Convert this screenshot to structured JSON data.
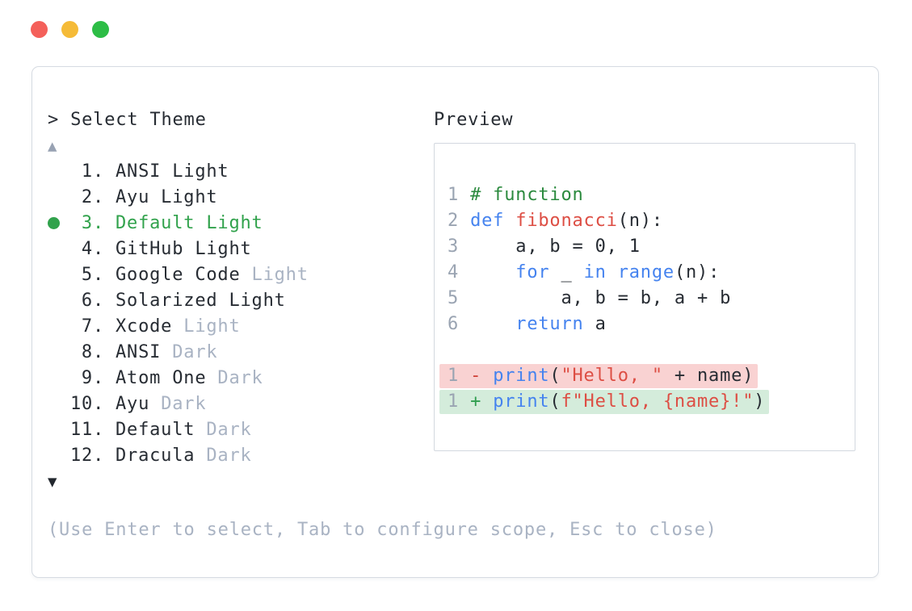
{
  "colors": {
    "plain-dark": "#272c33",
    "muted-gray": "#a9b3c3",
    "accent-green": "#31a24c",
    "keyword-blue": "#4583ef",
    "string-red": "#dd4e44",
    "comment-green": "#2b8a3e",
    "linenum-gray": "#9aa4b2",
    "diff-removed-bg": "#f9d2d2",
    "diff-added-bg": "#d4ecdb",
    "diff-minus": "#cf4036",
    "diff-plus": "#2f9e4f",
    "traffic-red": "#f4605a",
    "traffic-yellow": "#f5bb38",
    "traffic-green": "#2dbd46",
    "panel-border": "#d6dbe2",
    "box-border": "#d3d8df"
  },
  "window": {
    "controls": [
      {
        "name": "close"
      },
      {
        "name": "minimize"
      },
      {
        "name": "zoom"
      }
    ]
  },
  "selector": {
    "title": "> Select Theme",
    "scroll_up": "▲",
    "scroll_down": "▼",
    "hint": "(Use Enter to select, Tab to configure scope, Esc to close)",
    "items": [
      {
        "num": "1.",
        "name": "ANSI Light",
        "suffix": "",
        "selected": false
      },
      {
        "num": "2.",
        "name": "Ayu Light",
        "suffix": "",
        "selected": false
      },
      {
        "num": "3.",
        "name": "Default Light",
        "suffix": "",
        "selected": true
      },
      {
        "num": "4.",
        "name": "GitHub Light",
        "suffix": "",
        "selected": false
      },
      {
        "num": "5.",
        "name": "Google Code",
        "suffix": "Light",
        "selected": false
      },
      {
        "num": "6.",
        "name": "Solarized Light",
        "suffix": "",
        "selected": false
      },
      {
        "num": "7.",
        "name": "Xcode",
        "suffix": "Light",
        "selected": false
      },
      {
        "num": "8.",
        "name": "ANSI",
        "suffix": "Dark",
        "selected": false
      },
      {
        "num": "9.",
        "name": "Atom One",
        "suffix": "Dark",
        "selected": false
      },
      {
        "num": "10.",
        "name": "Ayu",
        "suffix": "Dark",
        "selected": false
      },
      {
        "num": "11.",
        "name": "Default",
        "suffix": "Dark",
        "selected": false
      },
      {
        "num": "12.",
        "name": "Dracula",
        "suffix": "Dark",
        "selected": false
      }
    ]
  },
  "preview": {
    "label": "Preview",
    "lines": [
      {
        "num": "1",
        "tokens": [
          {
            "t": "# function",
            "c": "c"
          }
        ]
      },
      {
        "num": "2",
        "tokens": [
          {
            "t": "def ",
            "c": "k"
          },
          {
            "t": "fibonacci",
            "c": "f"
          },
          {
            "t": "(n):",
            "c": "p"
          }
        ]
      },
      {
        "num": "3",
        "tokens": [
          {
            "t": "    a, b = 0, 1",
            "c": "p"
          }
        ]
      },
      {
        "num": "4",
        "tokens": [
          {
            "t": "    ",
            "c": "p"
          },
          {
            "t": "for",
            "c": "k"
          },
          {
            "t": " _ ",
            "c": "p"
          },
          {
            "t": "in",
            "c": "k"
          },
          {
            "t": " ",
            "c": "p"
          },
          {
            "t": "range",
            "c": "k"
          },
          {
            "t": "(n):",
            "c": "p"
          }
        ]
      },
      {
        "num": "5",
        "tokens": [
          {
            "t": "        a, b = b, a + b",
            "c": "p"
          }
        ]
      },
      {
        "num": "6",
        "tokens": [
          {
            "t": "    ",
            "c": "p"
          },
          {
            "t": "return",
            "c": "k"
          },
          {
            "t": " a",
            "c": "p"
          }
        ]
      },
      {
        "num": "",
        "tokens": []
      },
      {
        "num": "1",
        "diff": "removed",
        "tokens": [
          {
            "t": "- ",
            "c": "m"
          },
          {
            "t": "print",
            "c": "k"
          },
          {
            "t": "(",
            "c": "p"
          },
          {
            "t": "\"Hello, \"",
            "c": "s"
          },
          {
            "t": " + name)",
            "c": "p"
          }
        ]
      },
      {
        "num": "1",
        "diff": "added",
        "tokens": [
          {
            "t": "+ ",
            "c": "a"
          },
          {
            "t": "print",
            "c": "k"
          },
          {
            "t": "(",
            "c": "p"
          },
          {
            "t": "f\"Hello, {name}!\"",
            "c": "s"
          },
          {
            "t": ")",
            "c": "p"
          }
        ]
      }
    ]
  }
}
